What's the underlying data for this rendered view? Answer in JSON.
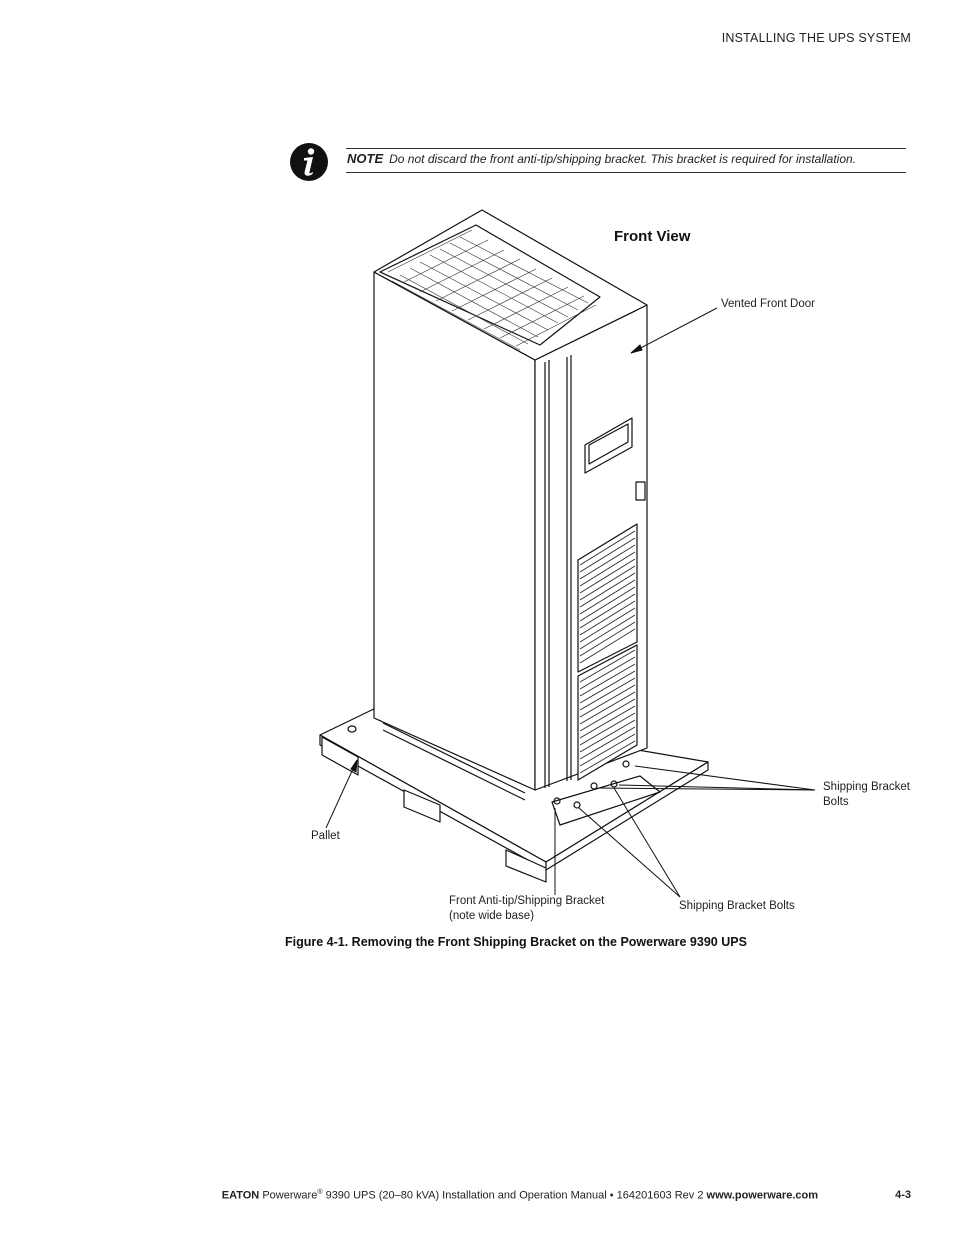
{
  "header": {
    "section": "INSTALLING THE UPS SYSTEM"
  },
  "note": {
    "label": "NOTE",
    "text": "Do not discard the front anti-tip/shipping bracket. This bracket is required for installation.",
    "icon": "info-icon"
  },
  "figure": {
    "title": "Front View",
    "callouts": {
      "vented_front_door": "Vented Front Door",
      "shipping_bracket_bolts_right_line1": "Shipping Bracket",
      "shipping_bracket_bolts_right_line2": "Bolts",
      "pallet": "Pallet",
      "front_bracket_line1": "Front Anti-tip/Shipping Bracket",
      "front_bracket_line2": "(note wide base)",
      "shipping_bracket_bolts_bottom": "Shipping Bracket Bolts"
    },
    "caption": "Figure 4-1. Removing the Front Shipping Bracket on the Powerware 9390 UPS"
  },
  "footer": {
    "brand": "EATON",
    "product": "Powerware",
    "reg": "®",
    "manual": " 9390 UPS (20–80 kVA) Installation and Operation Manual  •  164201603 Rev 2 ",
    "url": "www.powerware.com",
    "page": "4-3"
  }
}
